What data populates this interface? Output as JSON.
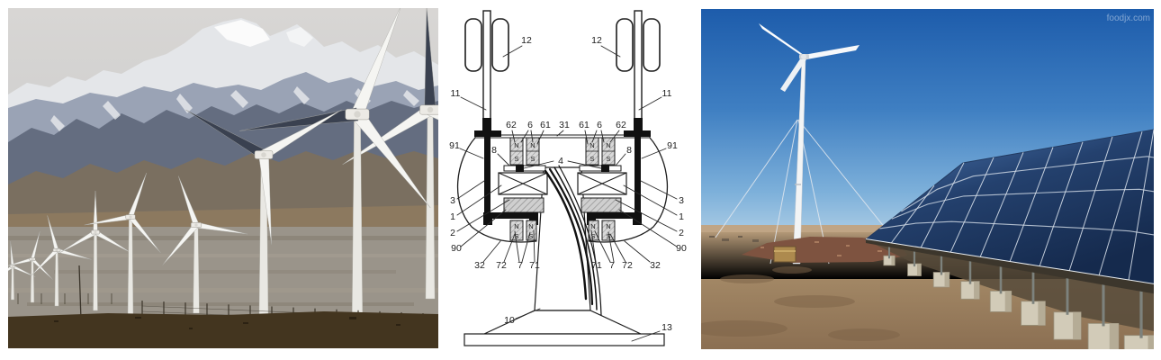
{
  "watermark": {
    "text": "foodjx.com",
    "color": "#c5d6ec"
  },
  "panels": {
    "left_photo_alt": "wind turbine farm in front of snow-capped mountains",
    "diagram_alt": "cross-section diagram of twin vertical-axis wind turbine generators on a pedestal",
    "right_photo_alt": "guyed small wind turbine beside a ground-mounted solar panel array in desert"
  },
  "palette": {
    "diagram_line": "#1d1d1d",
    "left_sky": "#d2d1d0",
    "mountain_blue": "#9aa3b5",
    "right_sky_top": "#1d5cab",
    "right_sky_horizon": "#a9cbe4",
    "desert_ground": "#a68c6b",
    "solar_panel_dark": "#152a4d",
    "solar_panel_light": "#4e79b4"
  },
  "diagram": {
    "magnet_n": "N",
    "magnet_s": "S",
    "labels": {
      "blade_left": "12",
      "blade_right": "12",
      "shaft_left": "11",
      "shaft_right": "11",
      "l62_left": "62",
      "l6_left": "6",
      "l61_left": "61",
      "l31": "31",
      "l61_right": "61",
      "l6_right": "6",
      "l62_right": "62",
      "l91_left": "91",
      "l91_right": "91",
      "l8_left": "8",
      "l8_right": "8",
      "l4": "4",
      "l3_left": "3",
      "l1_left": "1",
      "l2_left": "2",
      "l90_left": "90",
      "l3_right": "3",
      "l1_right": "1",
      "l2_right": "2",
      "l90_right": "90",
      "l32_left": "32",
      "l72_left": "72",
      "l7_left": "7",
      "l71_left": "71",
      "l71_right": "71",
      "l7_right": "7",
      "l72_right": "72",
      "l32_right": "32",
      "l10": "10",
      "l13": "13"
    }
  }
}
